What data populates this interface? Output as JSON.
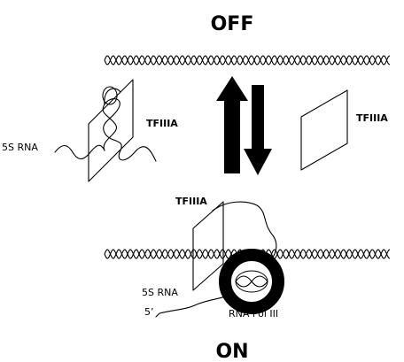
{
  "labels": {
    "off": "OFF",
    "on": "ON",
    "tfiiia_left": "TFIIIA",
    "tfiiia_right": "TFIIIA",
    "tfiiia_bottom": "TFIIIA",
    "rna_5s_top": "5S RNA",
    "rna_5s_bottom": "5S RNA",
    "five_prime": "5’",
    "pol": "RNA Pol III"
  },
  "colors": {
    "ink": "#000000",
    "background": "#ffffff"
  }
}
